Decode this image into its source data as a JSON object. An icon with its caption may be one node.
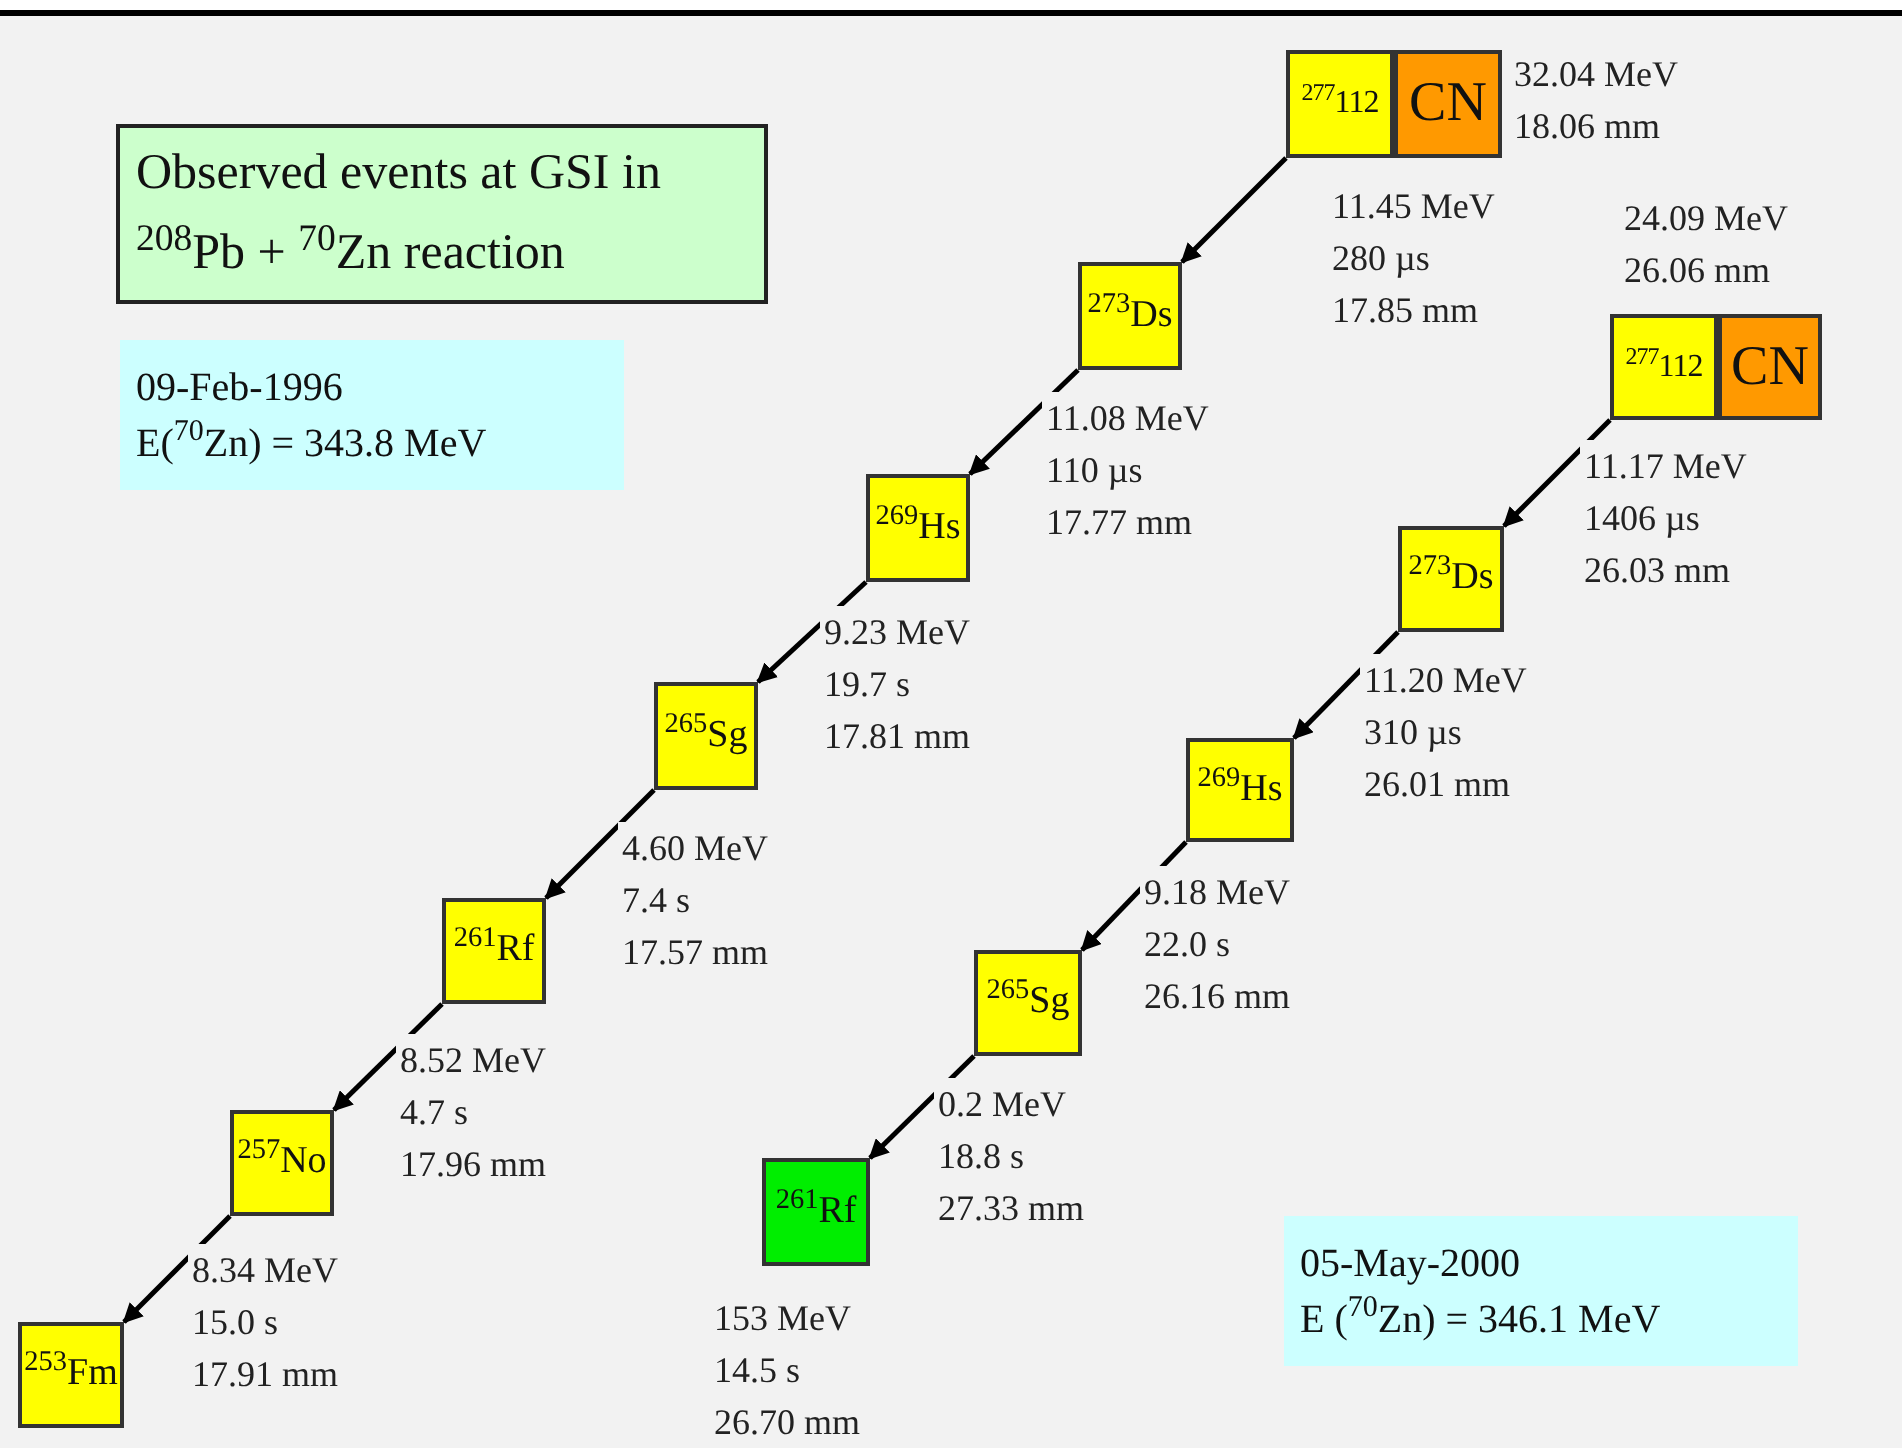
{
  "diagram": {
    "nodes": [
      {
        "text": [
          "Observed events  at GSI in $^{208}$Pb + $^{70}$Zn reaction"
        ]
      },
      {
        "text": [
          "09-Feb-1996",
          "E($^{70}$Zn) = 343.8  MeV"
        ]
      },
      {
        "text": [
          "$^{277}$112"
        ]
      },
      {
        "text": [
          "CN"
        ],
        "beside": [
          "32.04 MeV 18.06 mm"
        ]
      },
      {
        "text": [
          "$^{273}$Ds"
        ]
      },
      {
        "text": [
          "$^{269}$Hs"
        ]
      },
      {
        "text": [
          "$^{265}$Sg"
        ]
      },
      {
        "text": [
          "$^{261}$Rf"
        ]
      },
      {
        "text": [
          "$^{257}$No"
        ]
      },
      {
        "text": [
          "$^{253}$Fm"
        ]
      },
      {
        "text": [
          "$^{277}$112"
        ]
      },
      {
        "text": [
          "CN"
        ],
        "beside": [
          "24.09 MeV 26.06 mm"
        ]
      },
      {
        "text": [
          "$^{273}$Ds"
        ]
      },
      {
        "text": [
          "$^{269}$Hs"
        ]
      },
      {
        "text": [
          "$^{265}$Sg"
        ]
      },
      {
        "text": [
          "$^{261}$Rf"
        ],
        "beside": [
          "153 MeV 14.5 s 26.70 mm"
        ]
      },
      {
        "text": [
          "05-May-2000",
          "E ($^{70}$Zn) = 346.1  MeV"
        ]
      }
    ],
    "edges": [
      {
        "from": 2,
        "to": 4,
        "arrow": "to",
        "label": "11.45 MeV 280 µs 17.85 mm"
      },
      {
        "from": 4,
        "to": 5,
        "arrow": "to",
        "label": "11.08 MeV 110 µs 17.77 mm"
      },
      {
        "from": 5,
        "to": 6,
        "arrow": "to",
        "label": "9.23 MeV 19.7 s 17.81 mm"
      },
      {
        "from": 6,
        "to": 7,
        "arrow": "to",
        "label": "4.60 MeV 7.4 s 17.57 mm"
      },
      {
        "from": 7,
        "to": 8,
        "arrow": "to",
        "label": "8.52 MeV 4.7 s 17.96 mm"
      },
      {
        "from": 8,
        "to": 9,
        "arrow": "to",
        "label": "8.34 MeV 15.0 s 17.91 mm"
      },
      {
        "from": 10,
        "to": 12,
        "arrow": "to",
        "label": "11.17 MeV 1406 µs 26.03 mm"
      },
      {
        "from": 12,
        "to": 13,
        "arrow": "to",
        "label": "11.20 MeV 310 µs 26.01 mm"
      },
      {
        "from": 13,
        "to": 14,
        "arrow": "to",
        "label": "9.18 MeV 22.0 s 26.16 mm"
      },
      {
        "from": 14,
        "to": 15,
        "arrow": "to",
        "label": "0.2 MeV 18.8 s 27.33 mm"
      }
    ]
  }
}
